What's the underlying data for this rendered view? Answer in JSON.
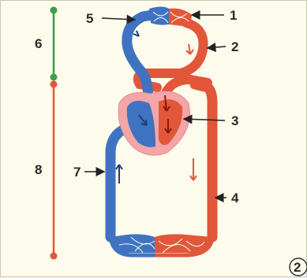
{
  "labels": [
    {
      "id": "1",
      "text": "1"
    },
    {
      "id": "2",
      "text": "2"
    },
    {
      "id": "3",
      "text": "3"
    },
    {
      "id": "4",
      "text": "4"
    },
    {
      "id": "5",
      "text": "5"
    },
    {
      "id": "6",
      "text": "6"
    },
    {
      "id": "7",
      "text": "7"
    },
    {
      "id": "8",
      "text": "8"
    }
  ],
  "figure_number": "2",
  "colors": {
    "oxygenated": "#e2573a",
    "deoxygenated": "#3f73c2",
    "heart_outer": "#f3a5a8",
    "pulmonary_scale": "#3aa04a",
    "systemic_scale": "#e2573a",
    "background": "#fdfbec"
  }
}
